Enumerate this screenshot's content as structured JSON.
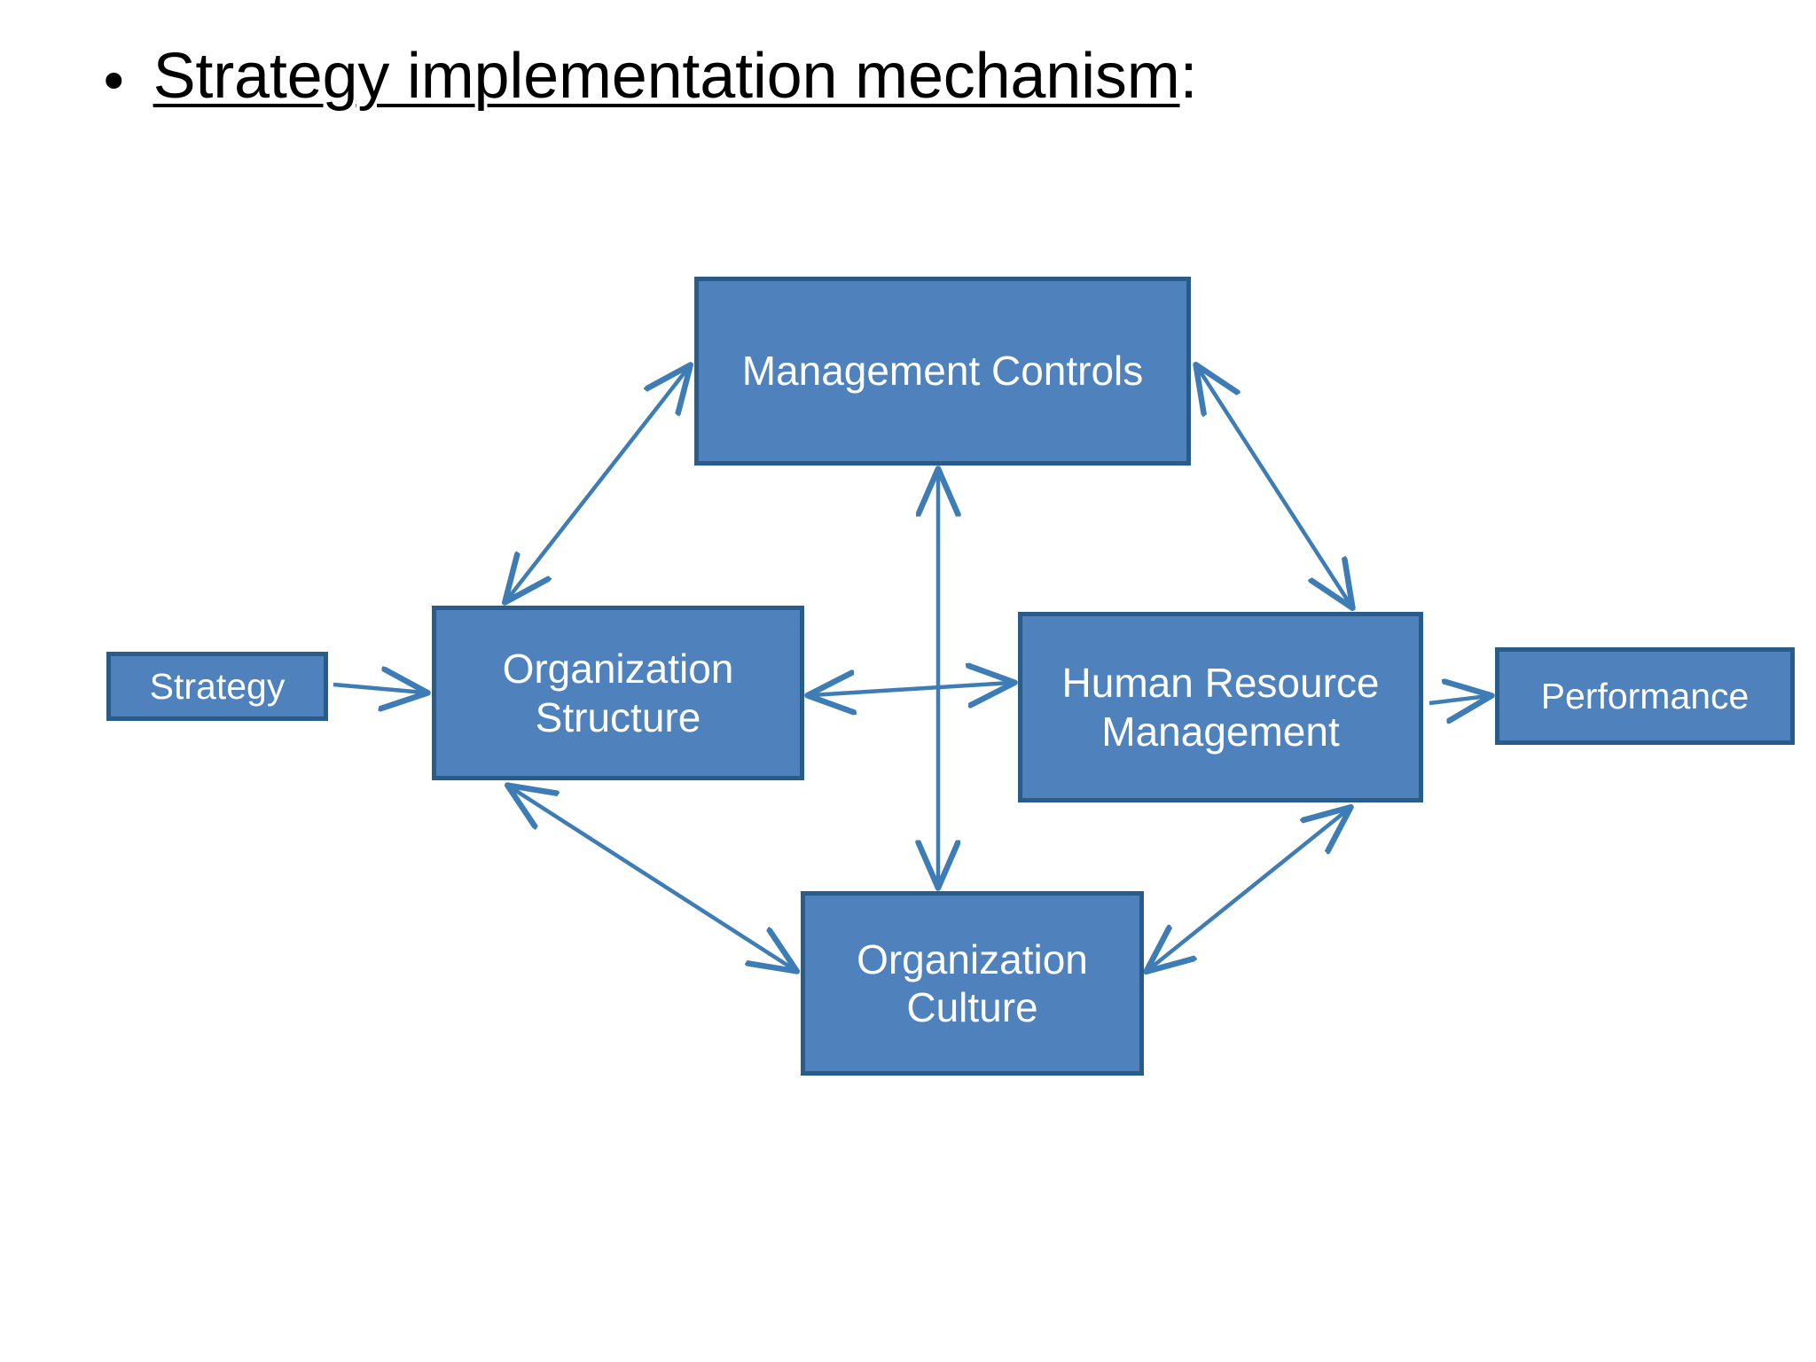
{
  "slide": {
    "background_color": "#FFFFFF",
    "title": {
      "bullet": "•",
      "text": "Strategy implementation mechanism",
      "trailing": ":"
    }
  },
  "colors": {
    "node_fill": "#4F81BD",
    "node_border": "#2A5C8A",
    "node_text": "#FFFFFF",
    "arrow": "#3D7CB5",
    "title_text": "#000000"
  },
  "chart_data": {
    "type": "diagram",
    "title": "Strategy implementation mechanism",
    "nodes": [
      {
        "id": "strategy",
        "label": "Strategy",
        "lines": [
          "Strategy"
        ]
      },
      {
        "id": "org_structure",
        "label": "Organization Structure",
        "lines": [
          "Organization",
          "Structure"
        ]
      },
      {
        "id": "mgmt_controls",
        "label": "Management Controls",
        "lines": [
          "Management Controls"
        ]
      },
      {
        "id": "hrm",
        "label": "Human Resource Management",
        "lines": [
          "Human Resource",
          "Management"
        ]
      },
      {
        "id": "org_culture",
        "label": "Organization Culture",
        "lines": [
          "Organization",
          "Culture"
        ]
      },
      {
        "id": "performance",
        "label": "Performance",
        "lines": [
          "Performance"
        ]
      }
    ],
    "edges": [
      {
        "from": "strategy",
        "to": "org_structure",
        "direction": "one-way",
        "style": "straight"
      },
      {
        "from": "org_structure",
        "to": "mgmt_controls",
        "direction": "two-way",
        "style": "diagonal"
      },
      {
        "from": "mgmt_controls",
        "to": "hrm",
        "direction": "two-way",
        "style": "diagonal"
      },
      {
        "from": "org_structure",
        "to": "hrm",
        "direction": "two-way",
        "style": "horizontal"
      },
      {
        "from": "mgmt_controls",
        "to": "org_culture",
        "direction": "two-way",
        "style": "vertical"
      },
      {
        "from": "org_structure",
        "to": "org_culture",
        "direction": "two-way",
        "style": "diagonal"
      },
      {
        "from": "org_culture",
        "to": "hrm",
        "direction": "two-way",
        "style": "diagonal"
      },
      {
        "from": "hrm",
        "to": "performance",
        "direction": "one-way",
        "style": "straight"
      }
    ]
  },
  "nodes": {
    "strategy": {
      "label": "Strategy"
    },
    "org_structure": {
      "line1": "Organization",
      "line2": "Structure"
    },
    "mgmt_controls": {
      "label": "Management Controls"
    },
    "hrm": {
      "line1": "Human Resource",
      "line2": "Management"
    },
    "org_culture": {
      "line1": "Organization",
      "line2": "Culture"
    },
    "performance": {
      "label": "Performance"
    }
  }
}
